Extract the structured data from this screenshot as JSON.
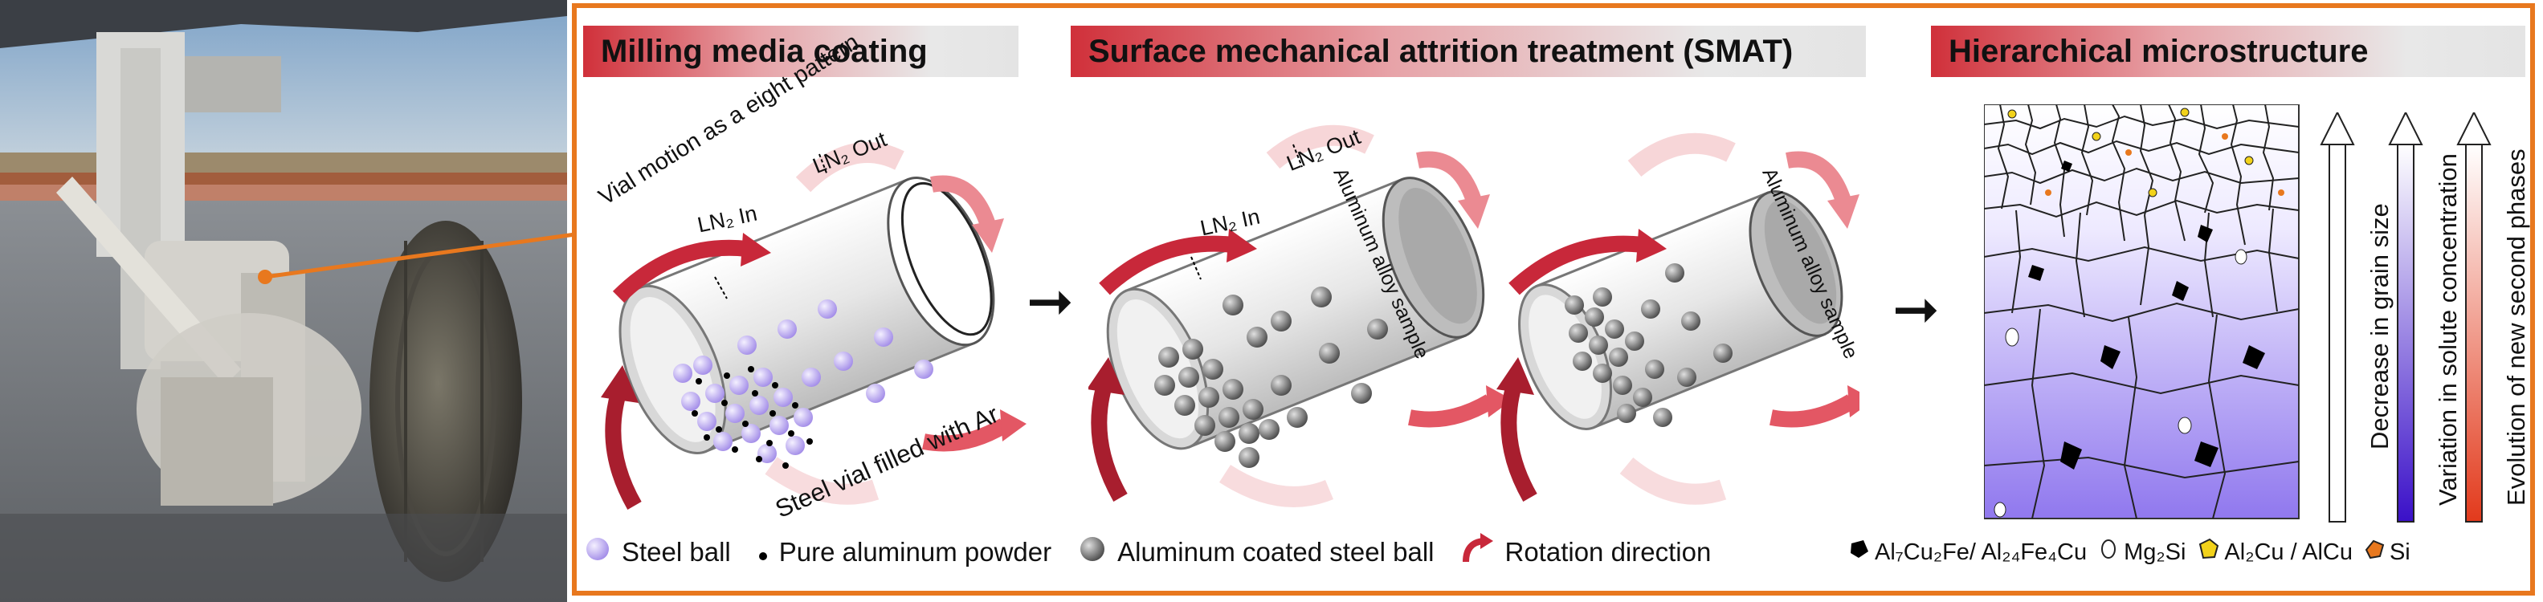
{
  "panels": {
    "milling": {
      "title": "Milling media coating"
    },
    "smat": {
      "title": "Surface mechanical attrition treatment (SMAT)"
    },
    "hier": {
      "title": "Hierarchical microstructure"
    }
  },
  "milling_labels": {
    "vial_motion": "Vial motion as a eight pattern",
    "ln2_in": "LN₂ In",
    "ln2_out": "LN₂ Out",
    "steel_vial": "Steel vial filled with Ar"
  },
  "smat_labels": {
    "ln2_in": "LN₂ In",
    "ln2_out": "LN₂ Out",
    "sample_1": "Aluminum alloy sample",
    "sample_2": "Aluminum alloy sample"
  },
  "gradient_bars": {
    "grain": "Decrease in grain size",
    "solute": "Variation in solute concentration",
    "phases": "Evolution of new second phases"
  },
  "legend_left": {
    "steel_ball": "Steel ball",
    "al_powder": "Pure aluminum powder",
    "coated_ball": "Aluminum coated steel ball",
    "rotation": "Rotation direction"
  },
  "legend_right": {
    "fe_phase": "Al₇Cu₂Fe/ Al₂₄Fe₄Cu",
    "mg_phase": "Mg₂Si",
    "cu_phase": "Al₂Cu / AlCu",
    "si_phase": "Si"
  },
  "colors": {
    "frame": "#e8781e",
    "header_red": "#d0303a",
    "steel_ball": "#b8a8f0",
    "coated_ball": "#6f6f6f",
    "rotation": "#c8283a",
    "solute_bar": "#3a10c8",
    "phase_bar": "#e23a1c"
  },
  "icons": {
    "process_arrow": "right-arrow-icon",
    "rotation": "curved-arrow-icon"
  }
}
